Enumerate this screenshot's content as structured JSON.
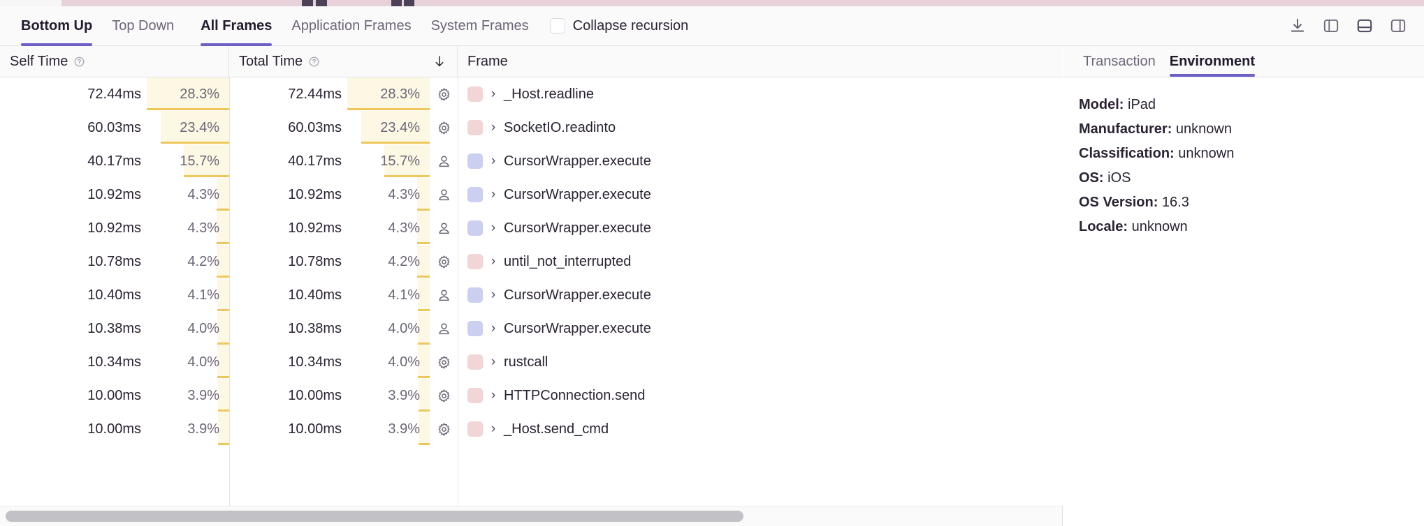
{
  "toolbar": {
    "tabs": [
      {
        "label": "Bottom Up",
        "active": true
      },
      {
        "label": "Top Down",
        "active": false
      }
    ],
    "frame_tabs": [
      {
        "label": "All Frames",
        "active": true
      },
      {
        "label": "Application Frames",
        "active": false
      },
      {
        "label": "System Frames",
        "active": false
      }
    ],
    "collapse_recursion_label": "Collapse recursion",
    "collapse_recursion_checked": false,
    "icons": [
      {
        "name": "download-icon",
        "active": false
      },
      {
        "name": "layout-left-panel-icon",
        "active": false
      },
      {
        "name": "layout-bottom-panel-icon",
        "active": true
      },
      {
        "name": "layout-right-panel-icon",
        "active": false
      }
    ]
  },
  "table": {
    "columns": [
      {
        "key": "self_time",
        "label": "Self Time",
        "has_help": true,
        "sorted": false
      },
      {
        "key": "total_time",
        "label": "Total Time",
        "has_help": true,
        "sorted": true,
        "sort_dir": "desc"
      },
      {
        "key": "frame",
        "label": "Frame",
        "has_help": false,
        "sorted": false
      }
    ],
    "sort_arrow": "↓",
    "rows": [
      {
        "self_time": "72.44ms",
        "self_pct": "28.3%",
        "self_pct_value": 28.3,
        "total_time": "72.44ms",
        "total_pct": "28.3%",
        "total_pct_value": 28.3,
        "frame_type": "system",
        "swatch_color": "#f2d5d5",
        "frame": "_Host.readline"
      },
      {
        "self_time": "60.03ms",
        "self_pct": "23.4%",
        "self_pct_value": 23.4,
        "total_time": "60.03ms",
        "total_pct": "23.4%",
        "total_pct_value": 23.4,
        "frame_type": "system",
        "swatch_color": "#f2d5d5",
        "frame": "SocketIO.readinto"
      },
      {
        "self_time": "40.17ms",
        "self_pct": "15.7%",
        "self_pct_value": 15.7,
        "total_time": "40.17ms",
        "total_pct": "15.7%",
        "total_pct_value": 15.7,
        "frame_type": "application",
        "swatch_color": "#ccd0f0",
        "frame": "CursorWrapper.execute"
      },
      {
        "self_time": "10.92ms",
        "self_pct": "4.3%",
        "self_pct_value": 4.3,
        "total_time": "10.92ms",
        "total_pct": "4.3%",
        "total_pct_value": 4.3,
        "frame_type": "application",
        "swatch_color": "#ccd0f0",
        "frame": "CursorWrapper.execute"
      },
      {
        "self_time": "10.92ms",
        "self_pct": "4.3%",
        "self_pct_value": 4.3,
        "total_time": "10.92ms",
        "total_pct": "4.3%",
        "total_pct_value": 4.3,
        "frame_type": "application",
        "swatch_color": "#ccd0f0",
        "frame": "CursorWrapper.execute"
      },
      {
        "self_time": "10.78ms",
        "self_pct": "4.2%",
        "self_pct_value": 4.2,
        "total_time": "10.78ms",
        "total_pct": "4.2%",
        "total_pct_value": 4.2,
        "frame_type": "system",
        "swatch_color": "#f2d5d5",
        "frame": "until_not_interrupted"
      },
      {
        "self_time": "10.40ms",
        "self_pct": "4.1%",
        "self_pct_value": 4.1,
        "total_time": "10.40ms",
        "total_pct": "4.1%",
        "total_pct_value": 4.1,
        "frame_type": "application",
        "swatch_color": "#ccd0f0",
        "frame": "CursorWrapper.execute"
      },
      {
        "self_time": "10.38ms",
        "self_pct": "4.0%",
        "self_pct_value": 4.0,
        "total_time": "10.38ms",
        "total_pct": "4.0%",
        "total_pct_value": 4.0,
        "frame_type": "application",
        "swatch_color": "#ccd0f0",
        "frame": "CursorWrapper.execute"
      },
      {
        "self_time": "10.34ms",
        "self_pct": "4.0%",
        "self_pct_value": 4.0,
        "total_time": "10.34ms",
        "total_pct": "4.0%",
        "total_pct_value": 4.0,
        "frame_type": "system",
        "swatch_color": "#f2d5d5",
        "frame": "rustcall"
      },
      {
        "self_time": "10.00ms",
        "self_pct": "3.9%",
        "self_pct_value": 3.9,
        "total_time": "10.00ms",
        "total_pct": "3.9%",
        "total_pct_value": 3.9,
        "frame_type": "system",
        "swatch_color": "#f2d5d5",
        "frame": "HTTPConnection.send"
      },
      {
        "self_time": "10.00ms",
        "self_pct": "3.9%",
        "self_pct_value": 3.9,
        "total_time": "10.00ms",
        "total_pct": "3.9%",
        "total_pct_value": 3.9,
        "frame_type": "system",
        "swatch_color": "#f2d5d5",
        "frame": "_Host.send_cmd"
      }
    ],
    "expand_chevron": "›"
  },
  "side_panel": {
    "tabs": [
      {
        "label": "Transaction",
        "active": false
      },
      {
        "label": "Environment",
        "active": true
      }
    ],
    "environment": [
      {
        "key": "Model:",
        "value": "iPad"
      },
      {
        "key": "Manufacturer:",
        "value": "unknown"
      },
      {
        "key": "Classification:",
        "value": "unknown"
      },
      {
        "key": "OS:",
        "value": "iOS"
      },
      {
        "key": "OS Version:",
        "value": "16.3"
      },
      {
        "key": "Locale:",
        "value": "unknown"
      }
    ]
  },
  "scrollbar": {
    "thumb_fraction": 0.695
  },
  "colors": {
    "accent": "#6c5fc7",
    "pct_bar_bg": "#fdf8e4",
    "pct_bar_line": "#eec75c",
    "system_swatch": "#f2d5d5",
    "application_swatch": "#ccd0f0"
  }
}
